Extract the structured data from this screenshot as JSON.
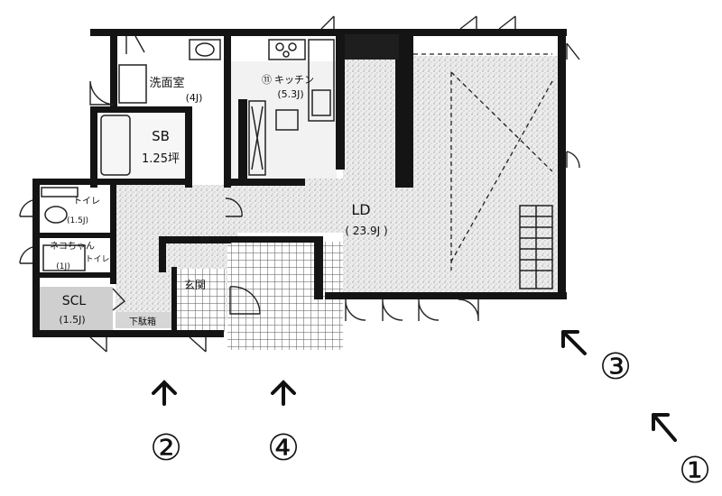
{
  "rooms": {
    "washroom": {
      "name": "洗面室",
      "size": "(4J)"
    },
    "kitchen": {
      "name": "キッチン",
      "size": "(5.3J)",
      "prefix": "⑪"
    },
    "bath": {
      "name": "SB",
      "size": "1.25坪"
    },
    "toilet": {
      "name": "トイレ",
      "size": "(1.5J)"
    },
    "cat_room": {
      "name": "ネコちゃん",
      "size": "(1J)",
      "side": "トイレ"
    },
    "closet": {
      "name": "SCL",
      "size": "(1.5J)"
    },
    "shoe_box": {
      "name": "下駄箱"
    },
    "entrance": {
      "name": "玄関"
    },
    "living": {
      "name": "LD",
      "size": "( 23.9J )"
    }
  },
  "view_markers": [
    {
      "id": "marker-1",
      "label": "①"
    },
    {
      "id": "marker-2",
      "label": "②"
    },
    {
      "id": "marker-3",
      "label": "③"
    },
    {
      "id": "marker-4",
      "label": "④"
    }
  ],
  "colors": {
    "wall": "#141414",
    "floor": "#e9e9e9",
    "tile": "#8a8a8a"
  },
  "icons": [
    "arrow-up-icon",
    "arrow-up-left-icon",
    "door-swing-icon",
    "stair-icon",
    "sink-icon",
    "stove-icon",
    "toilet-icon",
    "bathtub-icon"
  ]
}
